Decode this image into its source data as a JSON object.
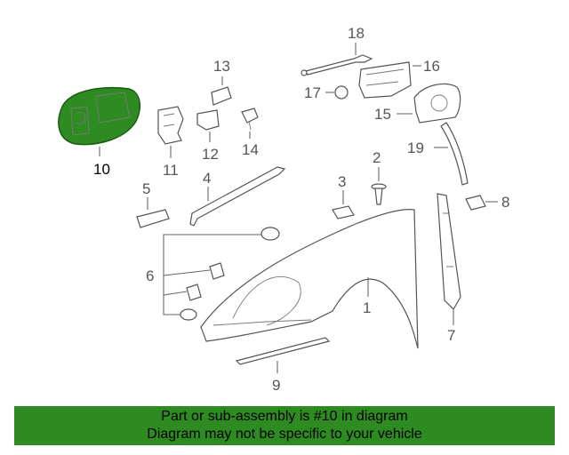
{
  "highlight_color": "#2e8b22",
  "callouts": {
    "c1": "1",
    "c2": "2",
    "c3": "3",
    "c4": "4",
    "c5": "5",
    "c6": "6",
    "c7": "7",
    "c8": "8",
    "c9": "9",
    "c10": "10",
    "c11": "11",
    "c12": "12",
    "c13": "13",
    "c14": "14",
    "c15": "15",
    "c16": "16",
    "c17": "17",
    "c18": "18",
    "c19": "19"
  },
  "banner": {
    "line1": "Part or sub-assembly is #10 in diagram",
    "line2": "Diagram may not be specific to your vehicle"
  }
}
